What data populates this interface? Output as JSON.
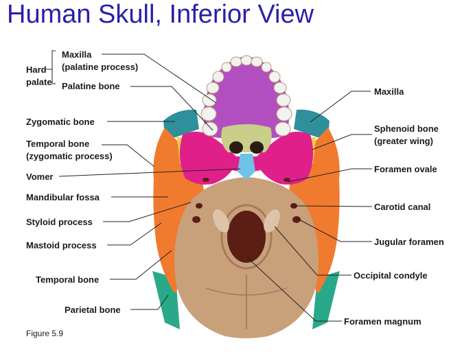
{
  "title": "Human Skull, Inferior View",
  "figure_caption": "Figure 5.9",
  "labels_left": {
    "hard_palate_line1": "Hard",
    "hard_palate_line2": "palate",
    "maxilla_palatine_line1": "Maxilla",
    "maxilla_palatine_line2": "(palatine process)",
    "palatine_bone": "Palatine bone",
    "zygomatic_bone": "Zygomatic bone",
    "temporal_zygomatic_line1": "Temporal bone",
    "temporal_zygomatic_line2": "(zygomatic process)",
    "vomer": "Vomer",
    "mandibular_fossa": "Mandibular fossa",
    "styloid_process": "Styloid process",
    "mastoid_process": "Mastoid process",
    "temporal_bone": "Temporal bone",
    "parietal_bone": "Parietal bone"
  },
  "labels_right": {
    "maxilla": "Maxilla",
    "sphenoid_line1": "Sphenoid bone",
    "sphenoid_line2": "(greater wing)",
    "foramen_ovale": "Foramen ovale",
    "carotid_canal": "Carotid canal",
    "jugular_foramen": "Jugular foramen",
    "occipital_condyle": "Occipital condyle",
    "foramen_magnum": "Foramen magnum"
  },
  "colors": {
    "title": "#2a1fa8",
    "maxilla": "#b24fc0",
    "palatine": "#c9cf8a",
    "sphenoid": "#e0208a",
    "vomer": "#6ec3e6",
    "zygomatic": "#2f8f9a",
    "temporal": "#f07a2e",
    "parietal": "#2aa88a",
    "occipital": "#c8a07a",
    "teeth": "#f2f2ee"
  }
}
